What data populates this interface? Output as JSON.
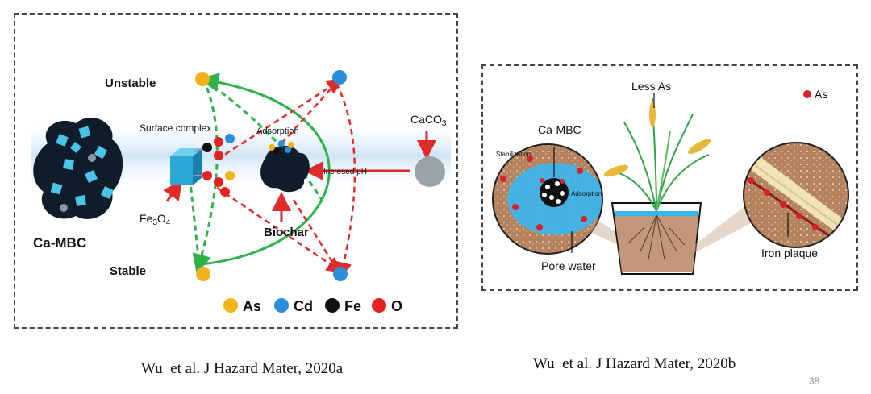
{
  "left_figure": {
    "unstable_label": "Unstable",
    "stable_label": "Stable",
    "surface_complex_label": "Surface complex",
    "adsorption_label": "Adsorption",
    "caco3_label": "CaCO",
    "caco3_subscript": "3",
    "increased_ph_label": "Incresed pH",
    "fe3o4_prefix": "Fe",
    "fe3o4_sub1": "3",
    "fe3o4_mid": "O",
    "fe3o4_sub2": "4",
    "biochar_label": "Biochar",
    "ca_mbc_label": "Ca-MBC",
    "legend": [
      {
        "label": "As",
        "color": "#f3b21b"
      },
      {
        "label": "Cd",
        "color": "#2a8fd8"
      },
      {
        "label": "Fe",
        "color": "#111111"
      },
      {
        "label": "O",
        "color": "#e52222"
      }
    ],
    "colors": {
      "green_arrow": "#2fb24a",
      "red_arrow": "#e02b2b",
      "band": "#d6eaf7",
      "particle": "#1d7fb0"
    }
  },
  "right_figure": {
    "less_as_label": "Less As",
    "as_legend_label": "As",
    "ca_mbc_label": "Ca-MBC",
    "stabilization_label": "Stabilization",
    "adsorption_label": "Adsorption",
    "pore_water_label": "Pore water",
    "iron_plaque_label": "Iron plaque",
    "colors": {
      "soil": "#b4825c",
      "water": "#39b6ee",
      "as_dot": "#d9202b"
    }
  },
  "captions": {
    "left": "Wu  et al. J Hazard Mater, 2020a",
    "right": "Wu  et al. J Hazard Mater, 2020b"
  },
  "page_number": "38"
}
